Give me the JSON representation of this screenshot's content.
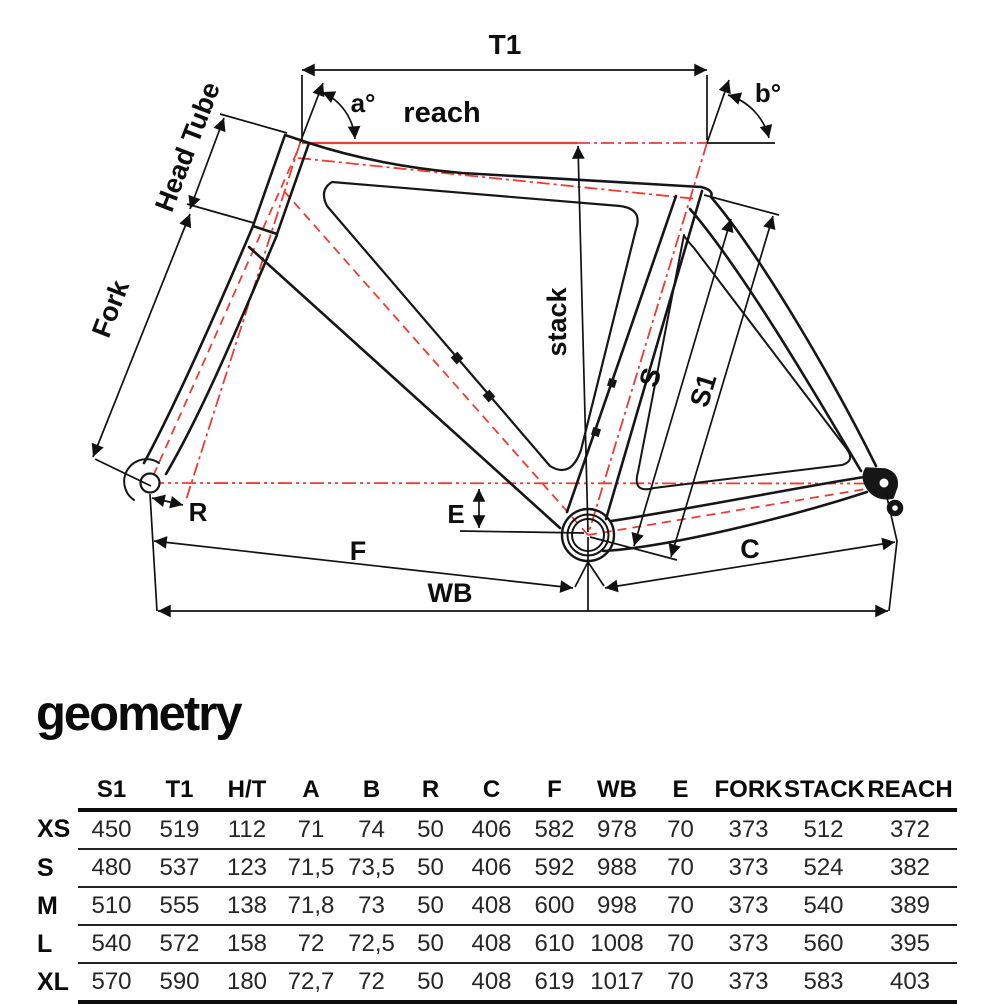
{
  "title": "geometry",
  "diagram": {
    "colors": {
      "outline": "#161616",
      "skeleton": "#ee3b33"
    },
    "labels": {
      "t1": "T1",
      "a_angle": "a°",
      "b_angle": "b°",
      "reach": "reach",
      "head_tube": "Head Tube",
      "fork": "Fork",
      "stack": "stack",
      "s": "S",
      "s1": "S1",
      "r": "R",
      "e": "E",
      "f": "F",
      "c": "C",
      "wb": "WB"
    }
  },
  "table": {
    "columns": [
      "S1",
      "T1",
      "H/T",
      "A",
      "B",
      "R",
      "C",
      "F",
      "WB",
      "E",
      "FORK",
      "STACK",
      "REACH"
    ],
    "rows": [
      {
        "size": "XS",
        "values": [
          "450",
          "519",
          "112",
          "71",
          "74",
          "50",
          "406",
          "582",
          "978",
          "70",
          "373",
          "512",
          "372"
        ]
      },
      {
        "size": "S",
        "values": [
          "480",
          "537",
          "123",
          "71,5",
          "73,5",
          "50",
          "406",
          "592",
          "988",
          "70",
          "373",
          "524",
          "382"
        ]
      },
      {
        "size": "M",
        "values": [
          "510",
          "555",
          "138",
          "71,8",
          "73",
          "50",
          "408",
          "600",
          "998",
          "70",
          "373",
          "540",
          "389"
        ]
      },
      {
        "size": "L",
        "values": [
          "540",
          "572",
          "158",
          "72",
          "72,5",
          "50",
          "408",
          "610",
          "1008",
          "70",
          "373",
          "560",
          "395"
        ]
      },
      {
        "size": "XL",
        "values": [
          "570",
          "590",
          "180",
          "72,7",
          "72",
          "50",
          "408",
          "619",
          "1017",
          "70",
          "373",
          "583",
          "403"
        ]
      }
    ]
  }
}
